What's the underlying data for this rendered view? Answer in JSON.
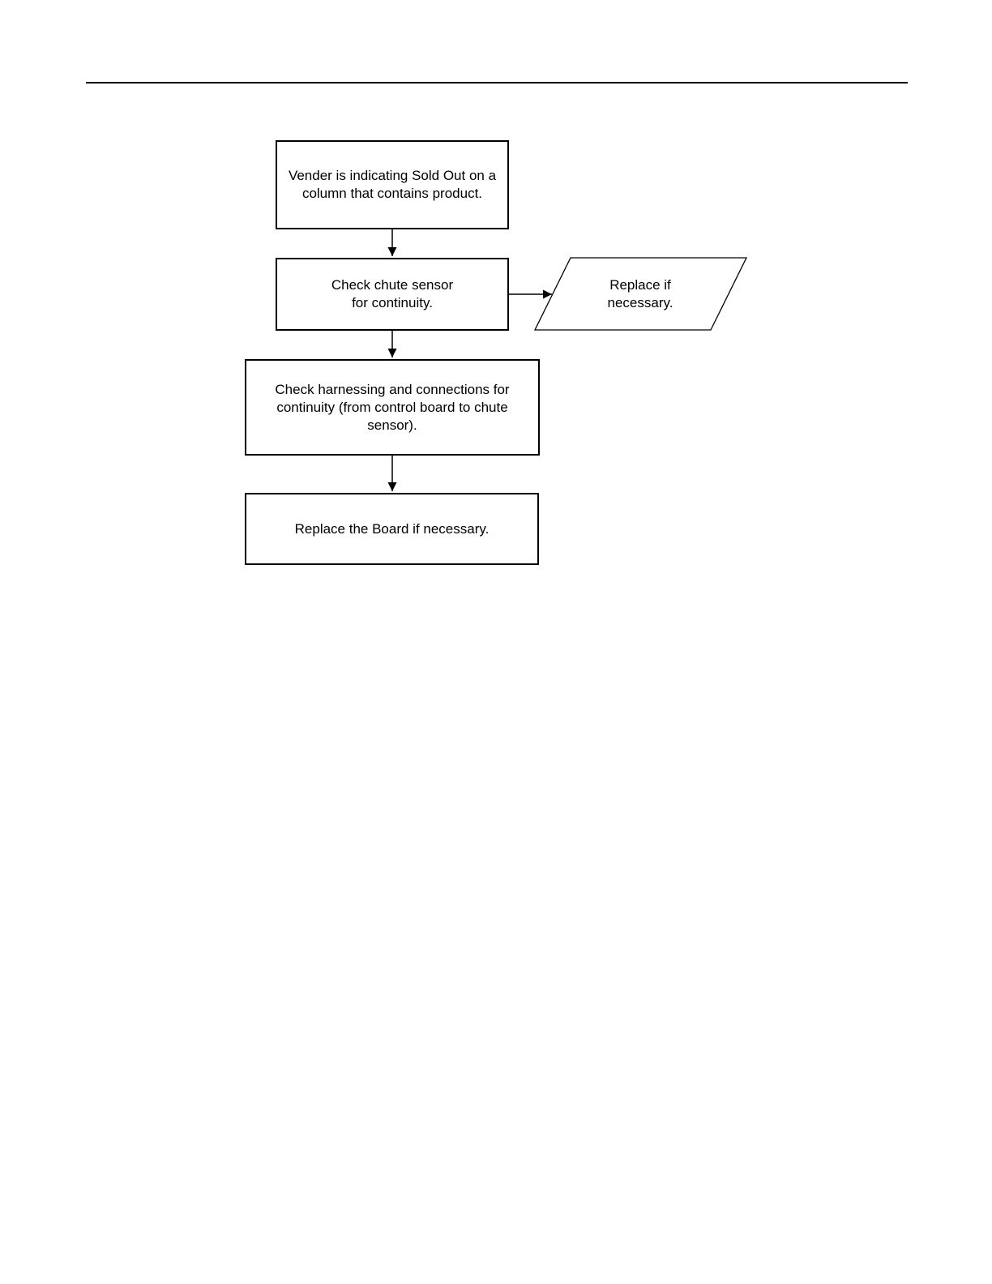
{
  "page": {
    "background_color": "#ffffff",
    "rule_color": "#000000",
    "line_color": "#000000",
    "text_color": "#000000"
  },
  "flowchart": {
    "nodes": [
      {
        "id": "symptom",
        "shape": "rectangle",
        "text": "Vender is indicating Sold Out on a\ncolumn that contains product."
      },
      {
        "id": "check-chute-sensor",
        "shape": "rectangle",
        "text": "Check chute sensor\nfor continuity."
      },
      {
        "id": "replace-if-necessary",
        "shape": "parallelogram",
        "text": "Replace if\nnecessary."
      },
      {
        "id": "check-harnessing",
        "shape": "rectangle",
        "text": "Check harnessing and connections for\ncontinuity (from control board to chute\nsensor)."
      },
      {
        "id": "replace-board",
        "shape": "rectangle",
        "text": "Replace the Board if necessary."
      }
    ]
  }
}
